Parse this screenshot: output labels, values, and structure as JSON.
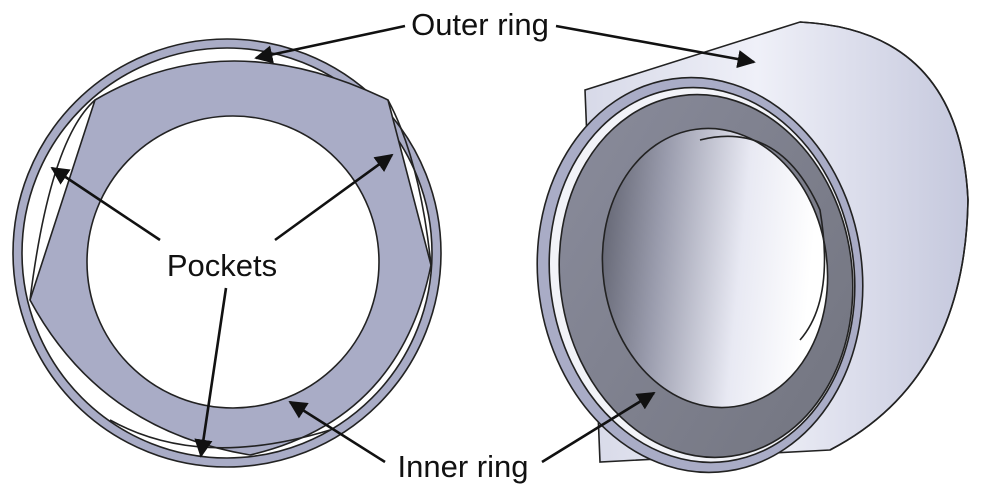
{
  "labels": {
    "outer_ring": "Outer ring",
    "pockets": "Pockets",
    "inner_ring": "Inner ring"
  },
  "colors": {
    "ring_fill": "#a9acc6",
    "outer_face": "#eceef7",
    "inner_face_dark": "#7d7f8e",
    "bore_dark": "#5d5f6c",
    "bore_light": "#f4f4fa",
    "pocket_fill": "#ffffff",
    "edge": "#222222",
    "arrow": "#111111"
  }
}
